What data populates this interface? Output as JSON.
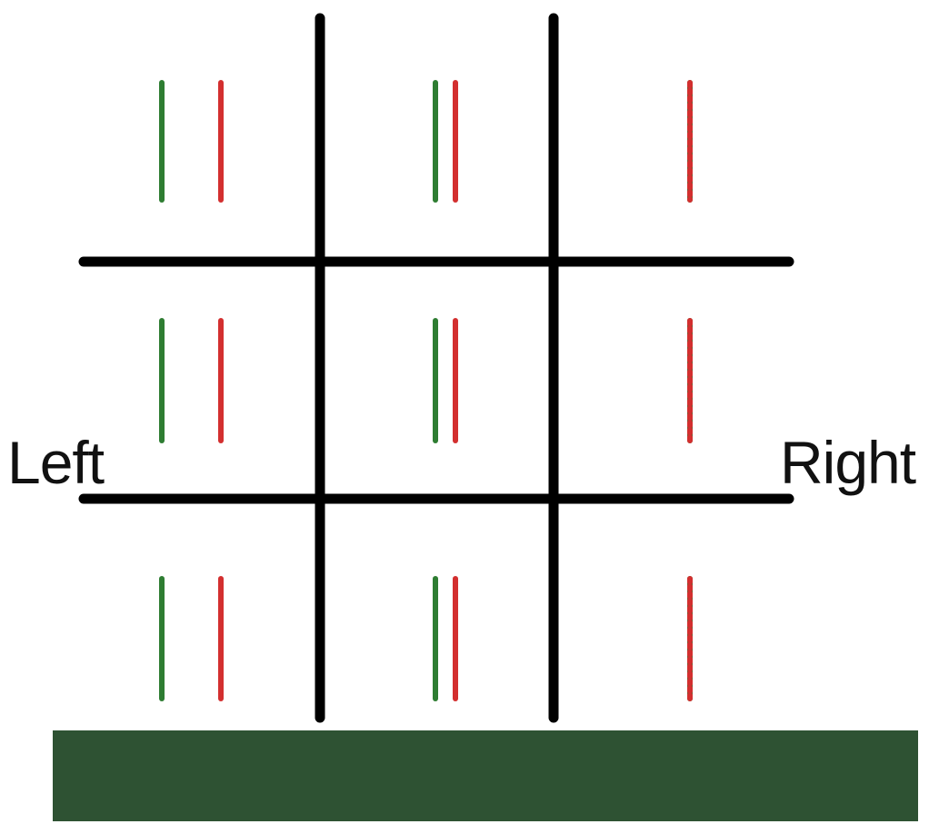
{
  "labels": {
    "left": "Left",
    "right": "Right"
  },
  "colors": {
    "grid": "#000000",
    "green": "#2e7d32",
    "red": "#d32f2f",
    "footer": "#2e5233",
    "background": "#ffffff"
  },
  "cells": [
    {
      "row": 1,
      "column": 1,
      "pair": "separated"
    },
    {
      "row": 1,
      "column": 2,
      "pair": "adjacent"
    },
    {
      "row": 1,
      "column": 3,
      "pair": "overlapping"
    },
    {
      "row": 2,
      "column": 1,
      "pair": "separated"
    },
    {
      "row": 2,
      "column": 2,
      "pair": "adjacent"
    },
    {
      "row": 2,
      "column": 3,
      "pair": "overlapping"
    },
    {
      "row": 3,
      "column": 1,
      "pair": "separated"
    },
    {
      "row": 3,
      "column": 2,
      "pair": "adjacent"
    },
    {
      "row": 3,
      "column": 3,
      "pair": "overlapping"
    }
  ]
}
